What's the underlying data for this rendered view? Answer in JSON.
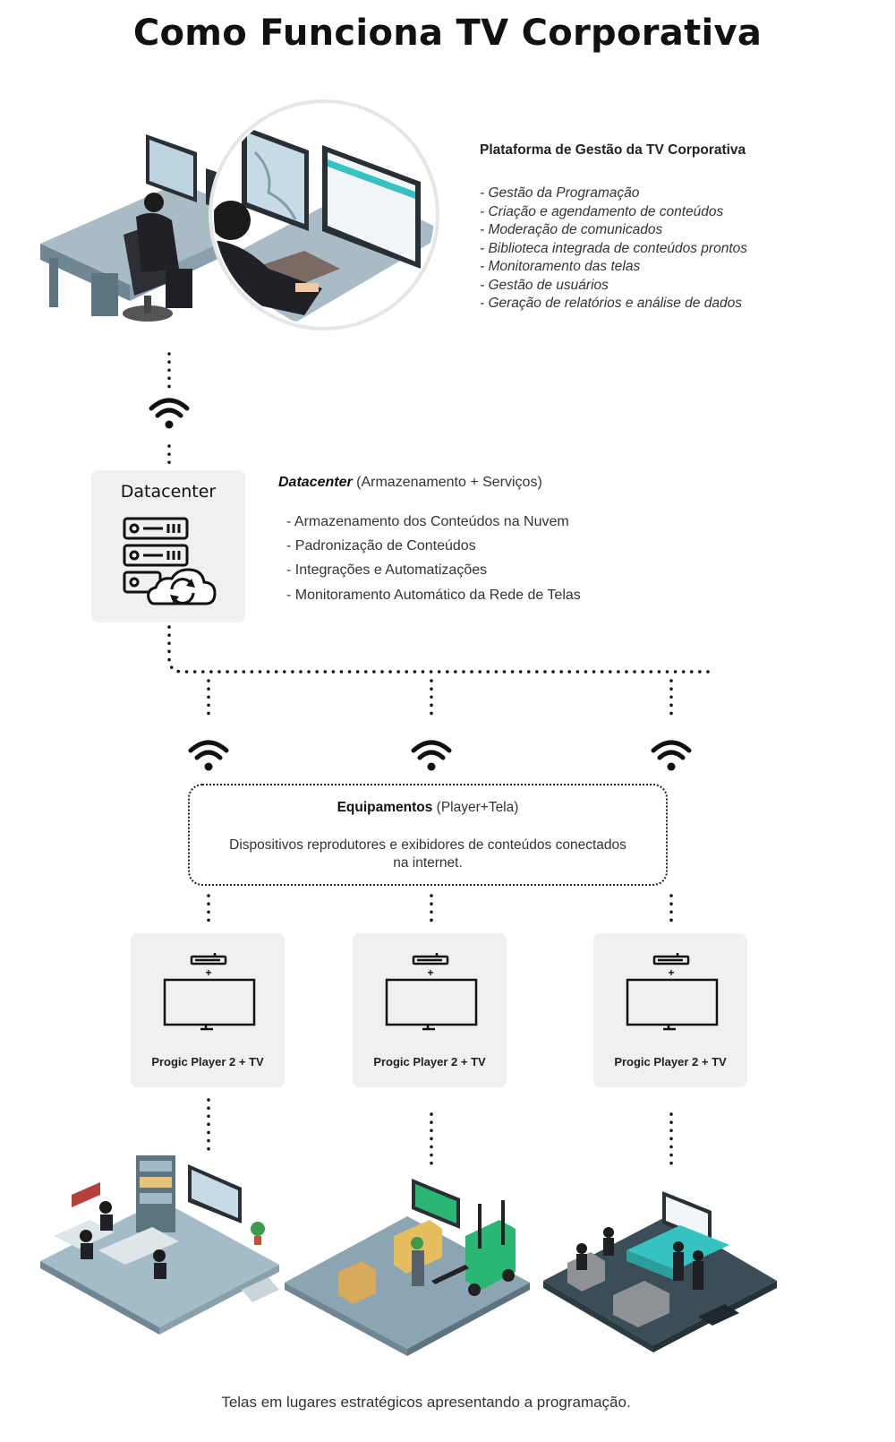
{
  "title": "Como Funciona TV Corporativa",
  "platform": {
    "heading": "Plataforma de Gestão da TV Corporativa",
    "items": [
      "- Gestão da Programação",
      "- Criação e agendamento de conteúdos",
      "- Moderação de comunicados",
      "- Biblioteca integrada de conteúdos prontos",
      "- Monitoramento das telas",
      "- Gestão de usuários",
      "- Geração de relatórios e análise de dados"
    ]
  },
  "datacenter": {
    "label": "Datacenter",
    "heading_em": "Datacenter",
    "heading_rest": " (Armazenamento + Serviços)",
    "items": [
      "- Armazenamento dos Conteúdos na Nuvem",
      "- Padronização de Conteúdos",
      "- Integrações e Automatizações",
      "- Monitoramento Automático da Rede de Telas"
    ]
  },
  "equipment": {
    "title_bold": "Equipamentos",
    "title_rest": " (Player+Tela)",
    "description": "Dispositivos reprodutores e exibidores de conteúdos conectados na internet."
  },
  "players": [
    {
      "label": "Progic Player 2 + TV"
    },
    {
      "label": "Progic Player 2 + TV"
    },
    {
      "label": "Progic Player 2 + TV"
    }
  ],
  "footer": "Telas em lugares estratégicos apresentando a programação.",
  "colors": {
    "card_bg": "#f0f0f0",
    "floor": "#8fa8b5",
    "floor_dark": "#3b4d56",
    "accent_green": "#2bb673",
    "accent_teal": "#36c2c0"
  }
}
